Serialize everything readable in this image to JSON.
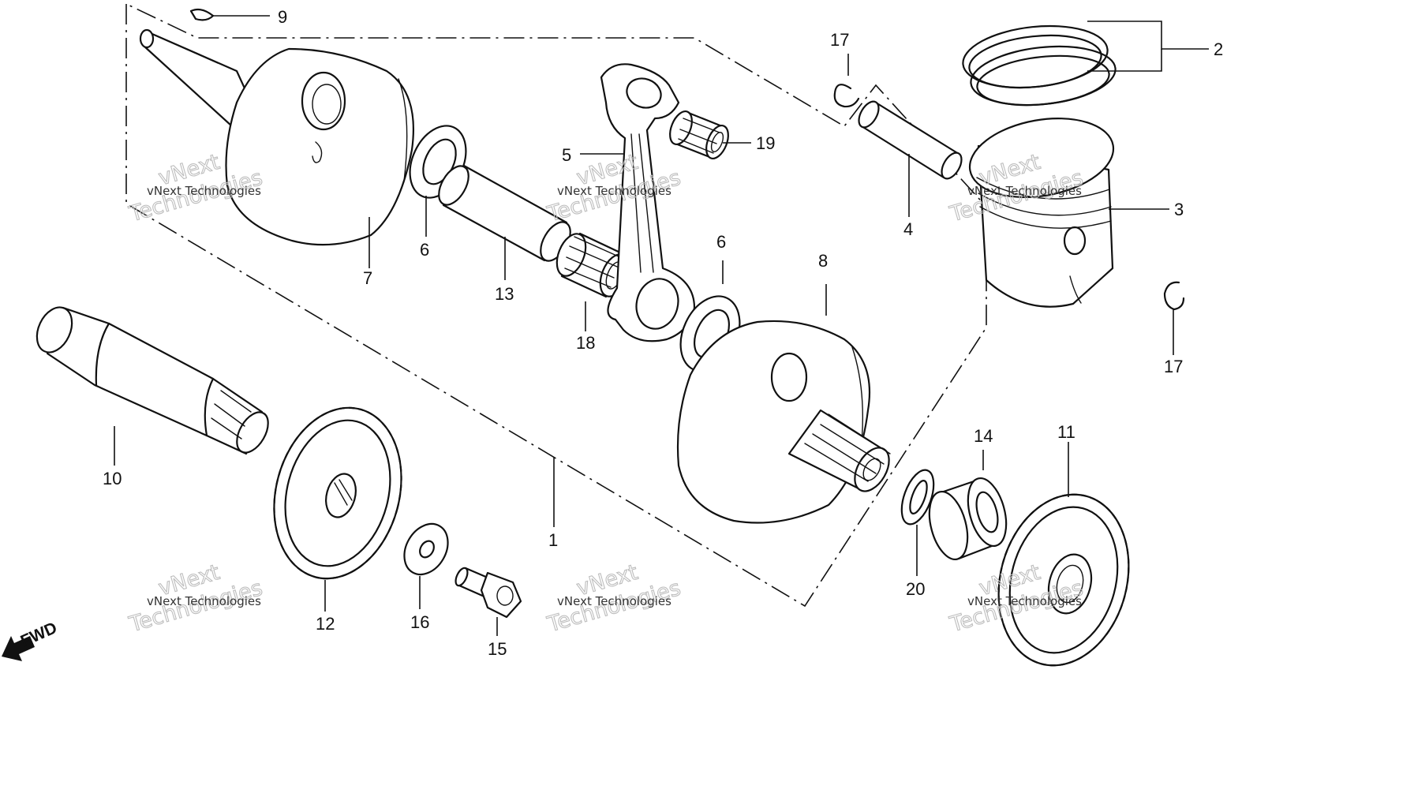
{
  "callouts": {
    "c1": "1",
    "c2": "2",
    "c3": "3",
    "c4": "4",
    "c5": "5",
    "c6a": "6",
    "c6b": "6",
    "c7": "7",
    "c8": "8",
    "c9": "9",
    "c10": "10",
    "c11": "11",
    "c12": "12",
    "c13": "13",
    "c14": "14",
    "c15": "15",
    "c16": "16",
    "c17a": "17",
    "c17b": "17",
    "c18": "18",
    "c19": "19",
    "c20": "20"
  },
  "watermark": {
    "small": "vNext Technologies",
    "big_line1": "vNext",
    "big_line2": "Technologies"
  },
  "direction_label": "FWD",
  "colors": {
    "ink": "#111111",
    "watermark": "#bdbdbd",
    "background": "#ffffff"
  }
}
